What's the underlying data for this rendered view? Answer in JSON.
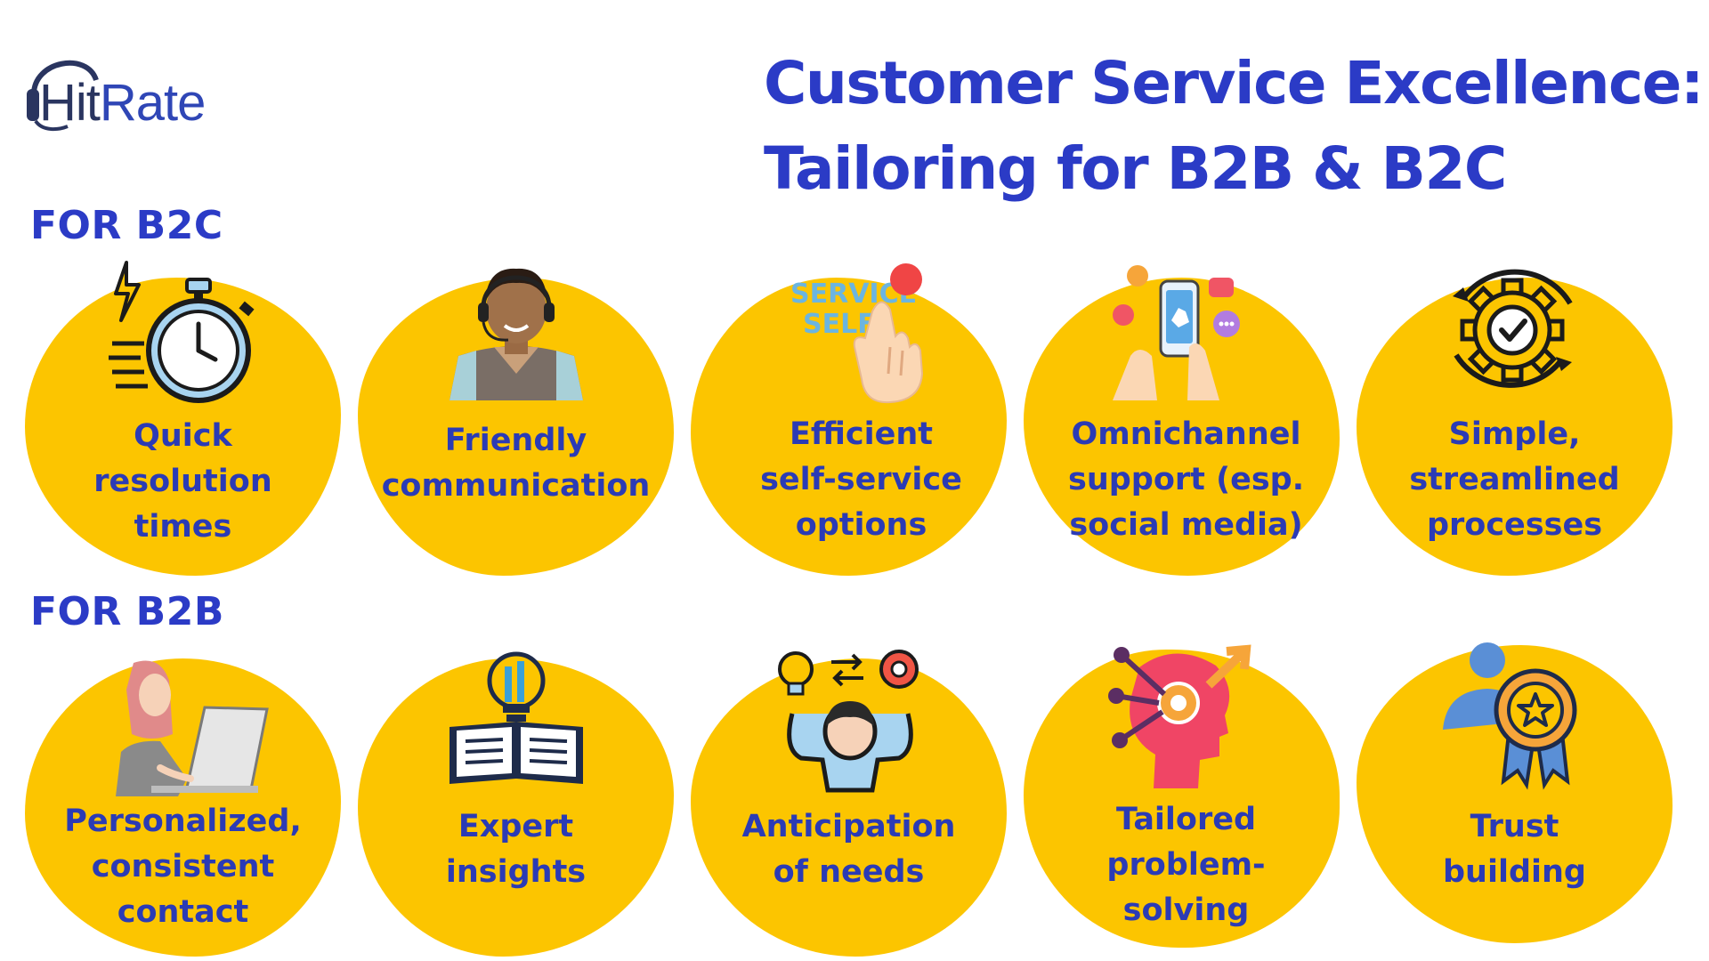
{
  "logo": {
    "hit": "Hit",
    "rate": "Rate"
  },
  "title": {
    "line1": "Customer Service Excellence:",
    "line2": "Tailoring for B2B & B2C"
  },
  "sections": {
    "b2c": "FOR B2C",
    "b2b": "FOR B2B"
  },
  "b2c_items": [
    {
      "icon": "stopwatch-icon",
      "lines": [
        "Quick",
        "resolution",
        "times"
      ]
    },
    {
      "icon": "call-agent-icon",
      "lines": [
        "Friendly",
        "communication"
      ]
    },
    {
      "icon": "self-service-icon",
      "icon_text": [
        "SERVICE",
        "SELF"
      ],
      "lines": [
        "Efficient",
        "self-service",
        "options"
      ]
    },
    {
      "icon": "social-media-phone-icon",
      "lines": [
        "Omnichannel",
        "support (esp.",
        "social media)"
      ]
    },
    {
      "icon": "gear-check-icon",
      "lines": [
        "Simple,",
        "streamlined",
        "processes"
      ]
    }
  ],
  "b2b_items": [
    {
      "icon": "woman-laptop-icon",
      "lines": [
        "Personalized,",
        "consistent",
        "contact"
      ]
    },
    {
      "icon": "book-lightbulb-icon",
      "lines": [
        "Expert",
        "insights"
      ]
    },
    {
      "icon": "thinking-person-icon",
      "lines": [
        "Anticipation",
        "of needs"
      ]
    },
    {
      "icon": "head-network-icon",
      "lines": [
        "Tailored",
        "problem-",
        "solving"
      ]
    },
    {
      "icon": "award-person-icon",
      "lines": [
        "Trust",
        "building"
      ]
    }
  ],
  "colors": {
    "blob": "#fcc500",
    "heading": "#2b3bc6",
    "label": "#2b3bb5"
  }
}
